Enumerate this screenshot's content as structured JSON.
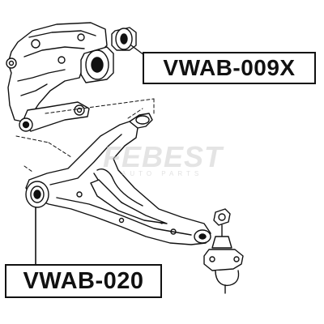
{
  "labels": {
    "part_top": "VWAB-009X",
    "part_bottom": "VWAB-020"
  },
  "watermark": {
    "brand": "FEBEST",
    "tagline": "AUTO PARTS"
  },
  "colors": {
    "line": "#111111",
    "watermark": "#cfcfcf",
    "background": "#ffffff"
  }
}
